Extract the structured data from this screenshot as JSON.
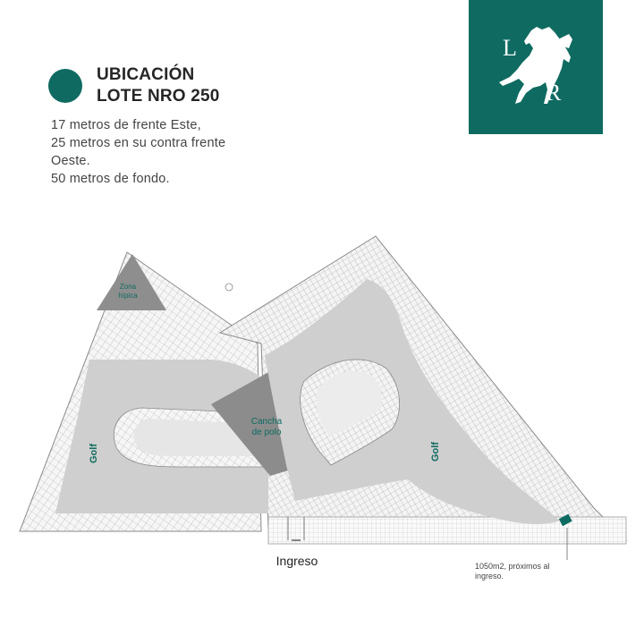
{
  "header": {
    "title_line1": "UBICACIÓN",
    "title_line2": "LOTE NRO 250",
    "description": [
      "17 metros de frente Este,",
      "25 metros en su contra frente",
      "Oeste.",
      "50 metros de fondo."
    ]
  },
  "logo": {
    "letters": "L R",
    "emblem": "horse-icon"
  },
  "map": {
    "labels": {
      "zona_hipica_1": "Zona",
      "zona_hipica_2": "hípica",
      "cancha_1": "Cancha",
      "cancha_2": "de polo",
      "golf_left": "Golf",
      "golf_right": "Golf",
      "ingreso": "Ingreso",
      "note_1": "1050m2, próximos al",
      "note_2": "ingreso."
    }
  },
  "colors": {
    "brand": "#0f6b61",
    "golf_fill": "#cfcfcf",
    "polo_fill": "#8c8c8c",
    "lot_lines": "#9a9a9a"
  }
}
